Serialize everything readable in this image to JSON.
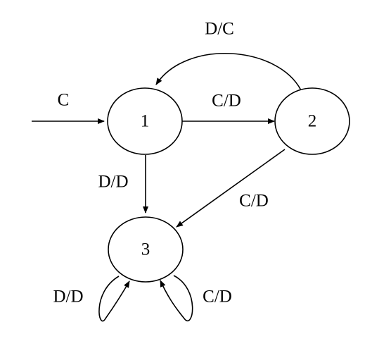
{
  "diagram": {
    "nodes": [
      {
        "id": "1",
        "label": "1"
      },
      {
        "id": "2",
        "label": "2"
      },
      {
        "id": "3",
        "label": "3"
      }
    ],
    "edges": {
      "initial": {
        "from": "",
        "to": "1",
        "label": "C"
      },
      "e_1_2": {
        "from": "1",
        "to": "2",
        "label": "C/D"
      },
      "e_2_1": {
        "from": "2",
        "to": "1",
        "label": "D/C"
      },
      "e_1_3": {
        "from": "1",
        "to": "3",
        "label": "D/D"
      },
      "e_2_3": {
        "from": "2",
        "to": "3",
        "label": "C/D"
      },
      "loop_3_left": {
        "from": "3",
        "to": "3",
        "label": "D/D"
      },
      "loop_3_right": {
        "from": "3",
        "to": "3",
        "label": "C/D"
      }
    }
  }
}
